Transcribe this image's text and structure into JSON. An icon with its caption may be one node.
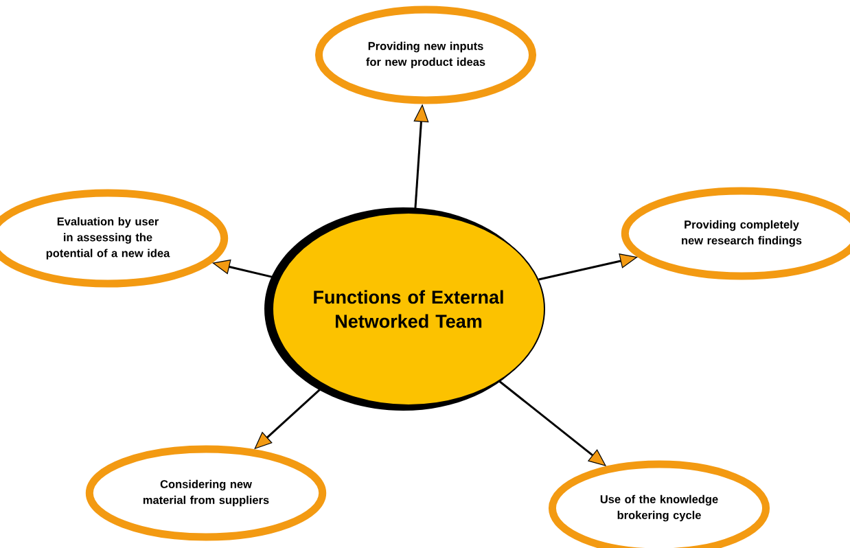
{
  "diagram": {
    "nodes": [
      {
        "text": [
          "Functions of External Networked Team"
        ]
      },
      {
        "text": [
          "Providing new inputs for new product ideas"
        ]
      },
      {
        "text": [
          "Providing completely new research findings"
        ]
      },
      {
        "text": [
          "Evaluation by user in assessing the potential of a new idea"
        ]
      },
      {
        "text": [
          "Considering new material from suppliers"
        ]
      },
      {
        "text": [
          "Use of the knowledge brokering cycle"
        ]
      }
    ],
    "edges": [
      {
        "from": 0,
        "to": 1,
        "arrow": "to"
      },
      {
        "from": 0,
        "to": 2,
        "arrow": "to"
      },
      {
        "from": 0,
        "to": 3,
        "arrow": "to"
      },
      {
        "from": 0,
        "to": 4,
        "arrow": "to"
      },
      {
        "from": 0,
        "to": 5,
        "arrow": "to"
      }
    ]
  }
}
